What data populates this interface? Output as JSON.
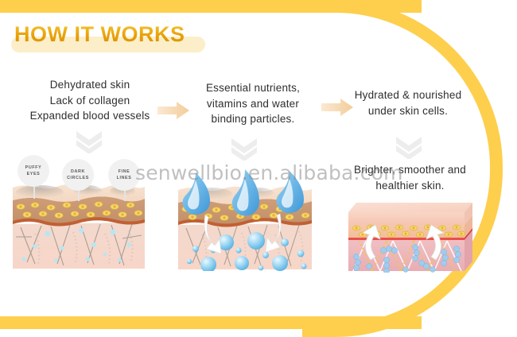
{
  "frame": {
    "accent_color": "#fdcf4d",
    "background_color": "#ffffff"
  },
  "header": {
    "title": "HOW IT WORKS",
    "title_color": "#e8a006",
    "highlight_color": "#fbeec9"
  },
  "steps": [
    {
      "id": "step-problem",
      "text": "Dehydrated skin\nLack of collagen\nExpanded blood vessels",
      "badges": [
        {
          "label": "PUFFY\nEYES"
        },
        {
          "label": "DARK\nCIRCLES"
        },
        {
          "label": "FINE\nLINES"
        }
      ],
      "illustration": "damaged-skin-cross-section"
    },
    {
      "id": "step-treatment",
      "text": "Essential nutrients,\nvitamins and water\nbinding particles.",
      "illustration": "skin-absorbing-water-drops"
    },
    {
      "id": "step-result",
      "text": "Hydrated & nourished\nunder skin cells.",
      "text_secondary": "Brighter, smoother and\nhealthier skin.",
      "illustration": "healthy-skin-block"
    }
  ],
  "icons": {
    "chevron_down": "chevron-down-double-icon",
    "arrow_right": "arrow-right-icon",
    "arrow_color": "#f6dcb4",
    "chevron_color": "#ededed"
  },
  "watermark": {
    "text": "senwellbio.en.alibaba.com"
  }
}
